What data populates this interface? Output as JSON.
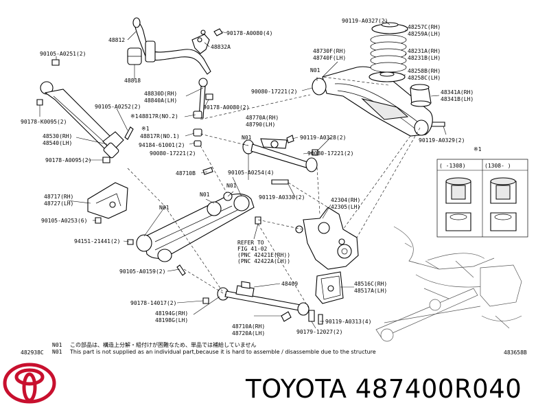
{
  "labels": {
    "l48812": "48812",
    "l90178a0080_4": "90178-A0080(4)",
    "l48832a": "48832A",
    "l90105a0251": "90105-A0251(2)",
    "l48818": "48818",
    "l48830d": "48830D(RH)",
    "l48840a": "48840A(LH)",
    "l90178a0080_2": "90178-A0080(2)",
    "l90105a0252": "90105-A0252(2)",
    "l90178k0095": "90178-K0095(2)",
    "l48817r_no2": "48817R(NO.2)",
    "star1a": "※1",
    "star1b": "※1",
    "l48817r_no1": "48817R(NO.1)",
    "l48530": "48530(RH)",
    "l48540": "48540(LH)",
    "l94184": "94184-61001(2)",
    "l90178a0095": "90178-A0095(2)",
    "l48710b": "48710B",
    "l90105a0254": "90105-A0254(4)",
    "n01_a": "N01",
    "n01_b": "N01",
    "n01_c": "N01",
    "n01_d": "N01",
    "n01_e": "N01",
    "l48717": "48717(RH)",
    "l48727": "48727(LH)",
    "l90105a0253": "90105-A0253(6)",
    "l94151": "94151-21441(2)",
    "l90105a0159": "90105-A0159(2)",
    "l90119a0327": "90119-A0327(2)",
    "l48257c": "48257C(RH)",
    "l48259a": "48259A(LH)",
    "l48730f": "48730F(RH)",
    "l48740f": "48740F(LH)",
    "l48231a": "48231A(RH)",
    "l48231b": "48231B(LH)",
    "l48258b": "48258B(RH)",
    "l48258c": "48258C(LH)",
    "l90080_17221_a": "90080-17221(2)",
    "l48341a": "48341A(RH)",
    "l48341b": "48341B(LH)",
    "l48770a": "48770A(RH)",
    "l48790": "48790(LH)",
    "l90119a0328": "90119-A0328(2)",
    "l90080_17221_b": "90080-17221(2)",
    "l90080_17221_c": "90080-17221(2)",
    "l90119a0329": "90119-A0329(2)",
    "l90119a0330": "90119-A0330(2)",
    "l42304": "42304(RH)",
    "l42305": "42305(LH)",
    "refer1": "REFER TO",
    "refer2": "FIG 41-02",
    "refer3": "(PNC 42421E(RH))",
    "refer4": "(PNC 42422A(LH))",
    "l48409": "48409",
    "l90178_14017": "90178-14017(2)",
    "l48194g": "48194G(RH)",
    "l48198g": "48198G(LH)",
    "l48710a": "48710A(RH)",
    "l48720a": "48720A(LH)",
    "l48516c": "48516C(RH)",
    "l48517a": "48517A(LH)",
    "l90119a0313": "90119-A0313(4)",
    "l90179_12027": "90179-12027(2)",
    "inset_star": "※1",
    "inset_col1": "(     -1308)",
    "inset_col2": "(1308-     )"
  },
  "notes": {
    "n1_tag": "N01",
    "n1_jp": "この部品は、構造上分解・組付けが困難なため、単品では補給していません",
    "fig_left": "482938C",
    "n2_tag": "N01",
    "n2_en": "This part is not supplied as an individual part,because it is hard to assemble / disassemble due to the structure",
    "fig_right": "483658B"
  },
  "footer": {
    "brand": "TOYOTA 487400R040",
    "logo_icon": "toyota-logo-icon",
    "logo_color": "#c8102e"
  }
}
